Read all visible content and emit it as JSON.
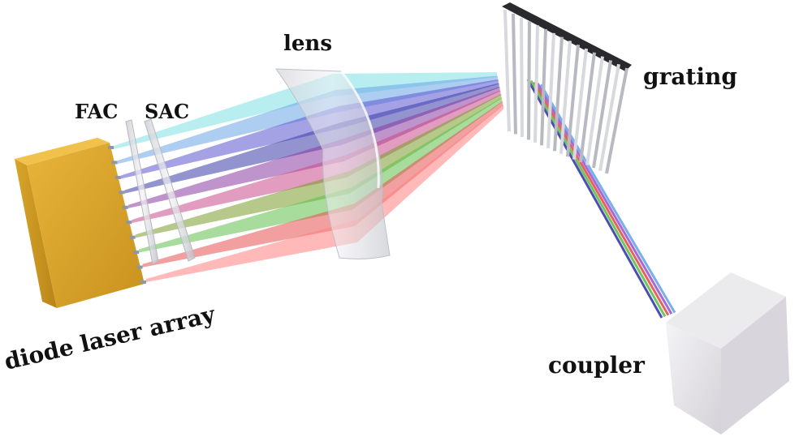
{
  "labels": {
    "diode": "diode laser array",
    "fac": "FAC",
    "sac": "SAC",
    "lens": "lens",
    "grating": "grating",
    "coupler": "coupler"
  },
  "colors": {
    "diode_front": "#d9a62a",
    "diode_side": "#e6b23a",
    "diode_shadow": "#c8921d",
    "glass": "#d9dade",
    "beams": [
      "#7fe0e6",
      "#6aa6e6",
      "#5a55d0",
      "#3a3aa8",
      "#8a3aa0",
      "#c84a8a",
      "#7a9a2a",
      "#5fc04a",
      "#e65050",
      "#ff8080"
    ],
    "output_beams": [
      "#3a3aa8",
      "#5fc04a",
      "#e65050",
      "#9a5ad0",
      "#6aa6e6"
    ]
  },
  "emitters": 10,
  "grating_bars": 16
}
